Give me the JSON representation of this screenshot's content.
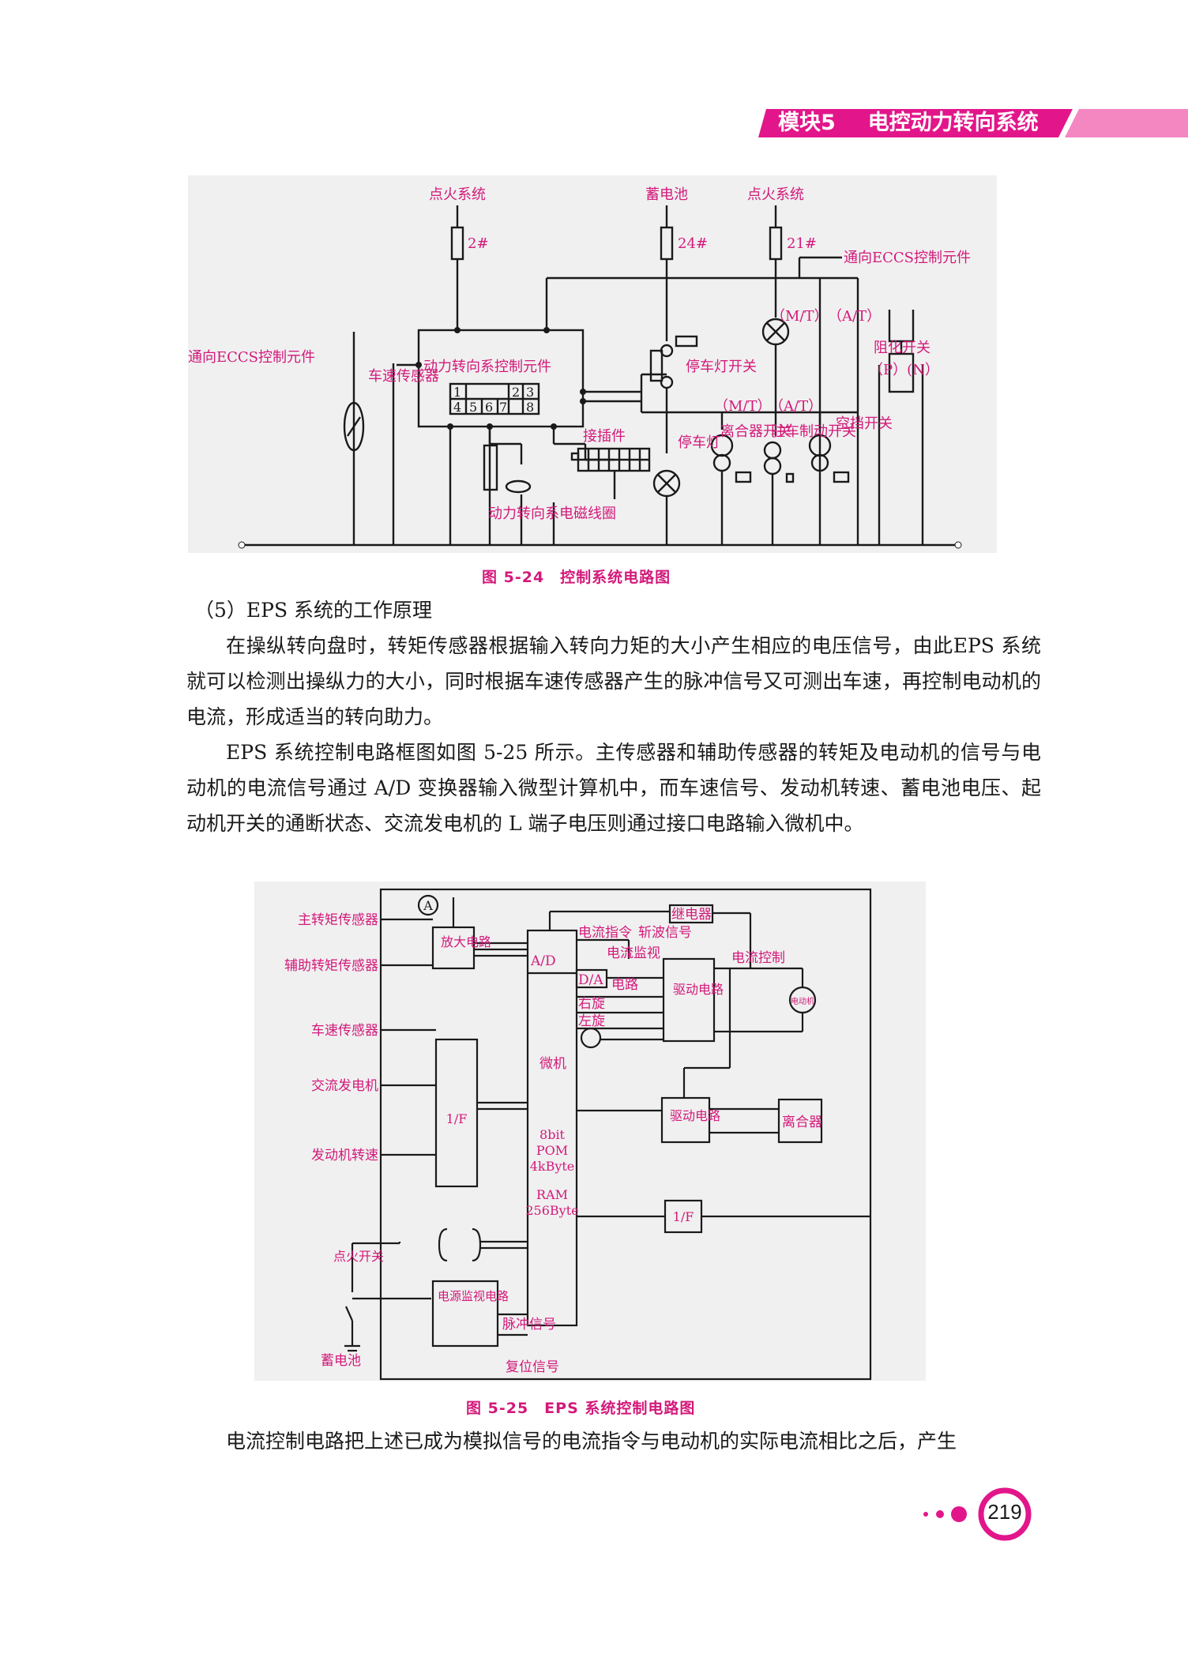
{
  "header": {
    "module": "模块5",
    "title": "电控动力转向系统"
  },
  "figure_24": {
    "caption": "图 5-24　控制系统电路图",
    "labels": {
      "ignition_1": "点火系统",
      "battery": "蓄电池",
      "ignition_2": "点火系统",
      "fuse_2": "2#",
      "fuse_24": "24#",
      "fuse_21": "21#",
      "to_eccs_right": "通向ECCS控制元件",
      "to_eccs_left": "通向ECCS控制元件",
      "mt_top": "（M/T）",
      "at_top": "（A/T）",
      "inhibitor": "阻化开关",
      "p_n": "（P）(N）",
      "power_steering_ctrl": "动力转向系控制元件",
      "pin_1": "1",
      "pin_2": "2",
      "pin_3": "3",
      "pin_4": "4",
      "pin_5": "5",
      "pin_6": "6",
      "pin_7": "7",
      "pin_8": "8",
      "speed_sensor": "车速传感器",
      "stop_switch": "停车灯开关",
      "mt_mid": "（M/T）",
      "at_mid": "（A/T）",
      "connector": "接插件",
      "stop_lamp": "停车灯",
      "clutch_switch": "离合器开关",
      "parking_brake": "驻车制动开关",
      "neutral_switch": "空挡开关",
      "solenoid": "动力转向系电磁线圈"
    }
  },
  "section": {
    "heading": "（5）EPS 系统的工作原理",
    "para1": "在操纵转向盘时，转矩传感器根据输入转向力矩的大小产生相应的电压信号，由此EPS 系统就可以检测出操纵力的大小，同时根据车速传感器产生的脉冲信号又可测出车速，再控制电动机的电流，形成适当的转向助力。",
    "para2": "EPS 系统控制电路框图如图 5-25 所示。主传感器和辅助传感器的转矩及电动机的信号与电动机的电流信号通过 A/D 变换器输入微型计算机中，而车速信号、发动机转速、蓄电池电压、起动机开关的通断状态、交流发电机的 L 端子电压则通过接口电路输入微机中。"
  },
  "figure_25": {
    "caption": "图 5-25　EPS 系统控制电路图",
    "labels": {
      "main_torque": "主转矩传感器",
      "aux_torque": "辅助转矩传感器",
      "speed_sensor": "车速传感器",
      "alternator": "交流发电机",
      "engine_speed": "发动机转速",
      "ignition_switch": "点火开关",
      "battery": "蓄电池",
      "amp": "放大电路",
      "circle_a": "A",
      "ad": "A/D",
      "if_left": "1/F",
      "power_monitor": "电源监视电路",
      "pulse_signal": "脉冲信号",
      "reset_signal": "复位信号",
      "mcu": "微机",
      "bit": "8bit",
      "pom": "POM",
      "kbyte": "4kByte",
      "ram": "RAM",
      "ram_size": "256Byte",
      "relay": "继电器",
      "current_cmd": "电流指令",
      "chop_signal": "斩波信号",
      "current_monitor": "电流监视",
      "da": "D/A",
      "circuit": "电路",
      "right_turn": "右旋",
      "left_turn": "左旋",
      "drive_circuit_1": "驱动电路",
      "current_control": "电流控制",
      "motor": "电动机",
      "drive_circuit_2": "驱动电路",
      "clutch": "离合器",
      "if_right": "1/F"
    }
  },
  "closing": "电流控制电路把上述已成为模拟信号的电流指令与电动机的实际电流相比之后，产生",
  "page_number": "219",
  "colors": {
    "accent": "#e2168a",
    "header_light": "#f487c1",
    "line": "#1a1a1a",
    "label": "#d3197a"
  }
}
